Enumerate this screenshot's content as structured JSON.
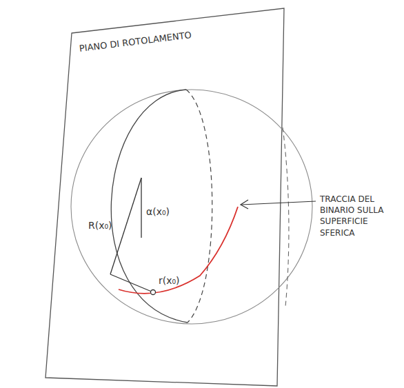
{
  "diagram": {
    "labels": [
      "PIANO DI ROTOLAMENTO",
      "R(x₀)",
      "α(x₀)",
      "r(x₀)",
      "TRACCIA DEL BINARIO SULLA SUPERFICIE SFERICA"
    ]
  }
}
